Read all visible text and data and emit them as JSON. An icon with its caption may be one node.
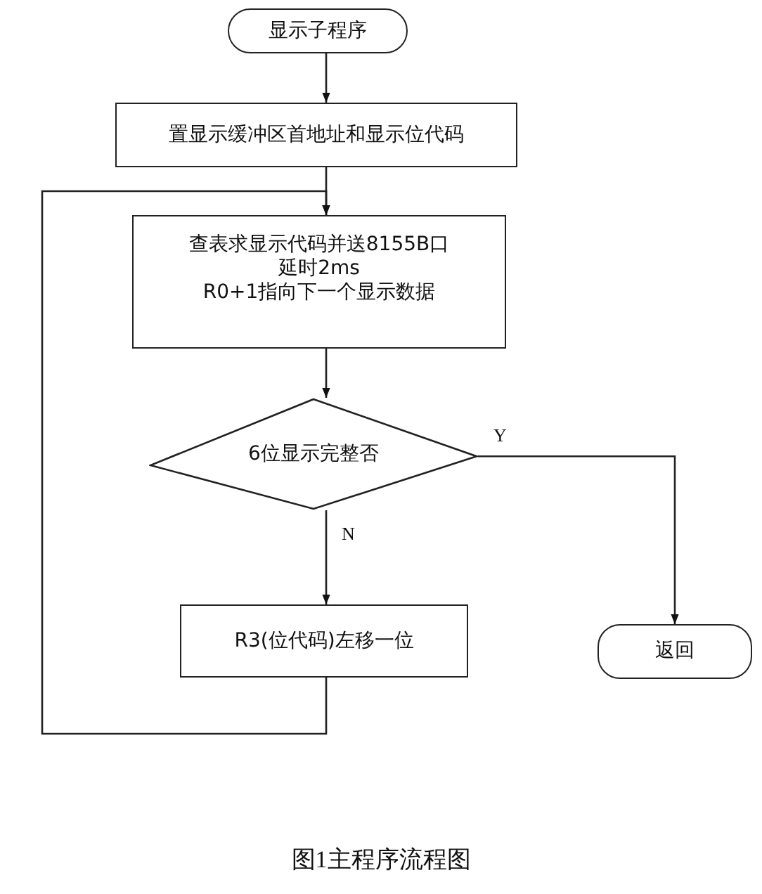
{
  "diagram": {
    "caption": "图1主程序流程图",
    "nodes": [
      {
        "text": [
          "显示子程序"
        ]
      },
      {
        "text": [
          "置显示缓冲区首地址和显示位代码"
        ]
      },
      {
        "text": [
          "查表求显示代码并送8155B口",
          "延时2ms",
          "R0+1指向下一个显示数据"
        ]
      },
      {
        "text": [
          "6位显示完整否"
        ]
      },
      {
        "text": [
          "R3(位代码)左移一位"
        ]
      },
      {
        "text": [
          "返回"
        ]
      }
    ],
    "edges": [
      {
        "from": 0,
        "to": 1,
        "arrow": "to"
      },
      {
        "from": 1,
        "to": 2,
        "arrow": "to"
      },
      {
        "from": 2,
        "to": 3,
        "arrow": "to"
      },
      {
        "from": 3,
        "to": 4,
        "arrow": "to",
        "label": "N"
      },
      {
        "from": 3,
        "to": 5,
        "arrow": "to",
        "label": "Y"
      },
      {
        "from": 4,
        "to": 2,
        "arrow": "to"
      }
    ]
  }
}
